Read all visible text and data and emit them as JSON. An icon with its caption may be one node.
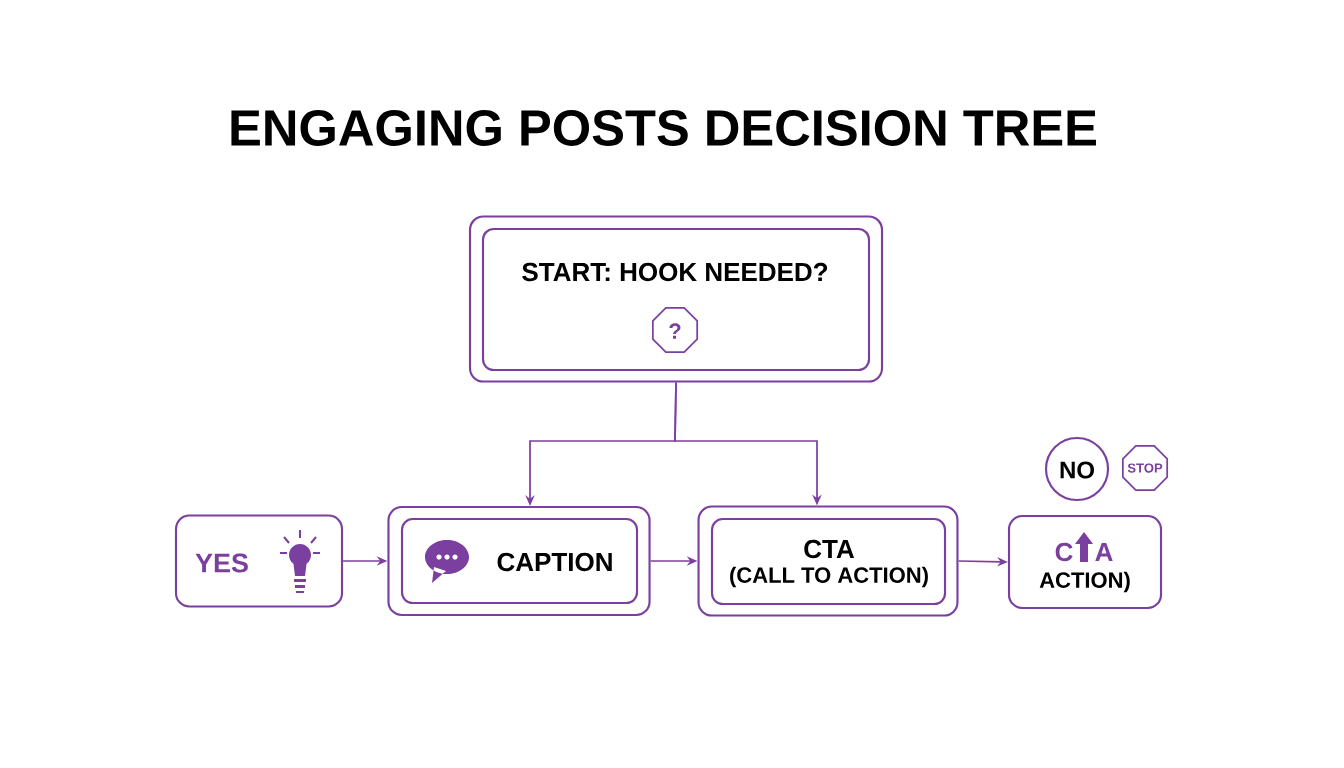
{
  "diagram": {
    "title": "ENGAGING POSTS DECISION TREE",
    "nodes": [
      {
        "text": [
          "START: HOOK NEEDED?",
          "?"
        ]
      },
      {
        "text": [
          "YES"
        ]
      },
      {
        "text": [
          "CAPTION"
        ]
      },
      {
        "text": [
          "CTA",
          "(CALL TO ACTION)"
        ]
      },
      {
        "text": [
          "C",
          "A",
          "ACTION)"
        ]
      },
      {
        "text": [
          "NO"
        ]
      },
      {
        "text": [
          "STOP"
        ]
      }
    ],
    "edges": [
      {
        "from": 0,
        "to": 2,
        "arrow": "to"
      },
      {
        "from": 0,
        "to": 3,
        "arrow": "to"
      },
      {
        "from": 1,
        "to": 2,
        "arrow": "to"
      },
      {
        "from": 2,
        "to": 3,
        "arrow": "to"
      },
      {
        "from": 3,
        "to": 4,
        "arrow": "to"
      }
    ]
  }
}
